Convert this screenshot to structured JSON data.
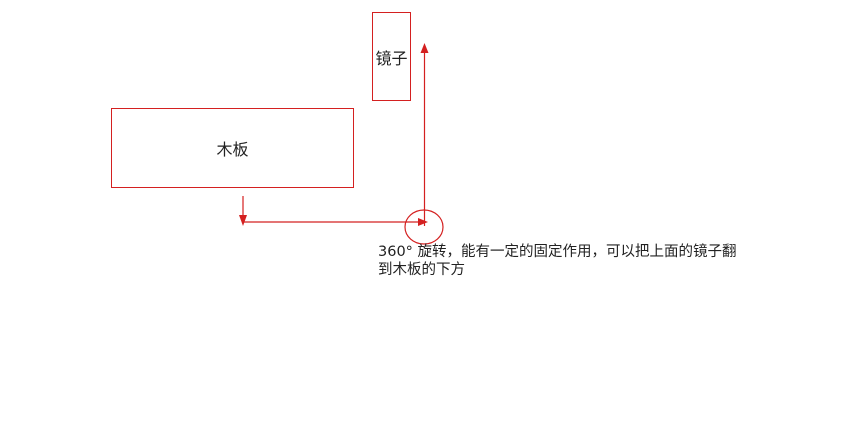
{
  "diagram": {
    "board_label": "木板",
    "mirror_label": "镜子",
    "note_line1": "360° 旋转，能有一定的固定作用，可以把上面的镜子翻",
    "note_line2": "到木板的下方",
    "colors": {
      "line": "#d42020",
      "text": "#222222",
      "background": "#ffffff"
    }
  }
}
